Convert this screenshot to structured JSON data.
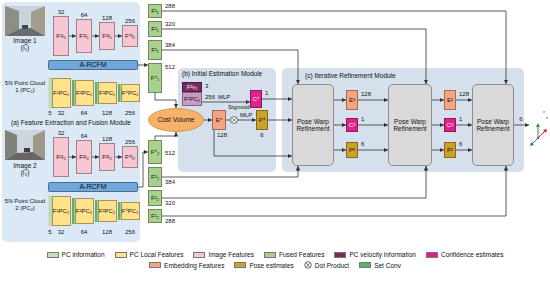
{
  "diagram": {
    "nodes": [
      {
        "text": [
          "(a) Feature Extraction and Fusion Module"
        ]
      },
      {
        "text": [
          "F¹I₁"
        ],
        "in": 0
      },
      {
        "text": [
          "F²I₁"
        ],
        "in": 0
      },
      {
        "text": [
          "F³I₁"
        ],
        "in": 0
      },
      {
        "text": [
          "F⁴I₁"
        ],
        "in": 0
      },
      {
        "text": [
          "A-RCFM"
        ],
        "in": 0
      },
      {
        "text": [
          "F¹PC₁"
        ],
        "in": 0
      },
      {
        "text": [
          "F²PC₁"
        ],
        "in": 0
      },
      {
        "text": [
          "F³PC₁"
        ],
        "in": 0
      },
      {
        "text": [
          "F⁴PC₁"
        ],
        "in": 0
      },
      {
        "text": [
          "F¹I₂"
        ],
        "in": 0
      },
      {
        "text": [
          "F²I₂"
        ],
        "in": 0
      },
      {
        "text": [
          "F³I₂"
        ],
        "in": 0
      },
      {
        "text": [
          "F⁴I₂"
        ],
        "in": 0
      },
      {
        "text": [
          "A-RCFM"
        ],
        "in": 0
      },
      {
        "text": [
          "F¹PC₂"
        ],
        "in": 0
      },
      {
        "text": [
          "F²PC₂"
        ],
        "in": 0
      },
      {
        "text": [
          "F³PC₂"
        ],
        "in": 0
      },
      {
        "text": [
          "F⁴PC₂"
        ],
        "in": 0
      },
      {
        "text": [
          "F¹₁"
        ]
      },
      {
        "text": [
          "F²₁"
        ]
      },
      {
        "text": [
          "F³₁"
        ]
      },
      {
        "text": [
          "F⁴₁"
        ]
      },
      {
        "text": [
          "(b) Initial Estimation Module"
        ]
      },
      {
        "text": [
          "F³v₁"
        ],
        "in": 23
      },
      {
        "text": [
          "F³PC₁"
        ],
        "in": 23
      },
      {
        "text": [
          "C⁴"
        ],
        "in": 23
      },
      {
        "text": [
          "Cost Volume"
        ]
      },
      {
        "text": [
          "E⁴"
        ],
        "in": 23
      },
      {
        "text": [
          "P⁴"
        ],
        "in": 23
      },
      {
        "text": [
          "F⁴₂"
        ]
      },
      {
        "text": [
          "F³₂"
        ]
      },
      {
        "text": [
          "F²₂"
        ]
      },
      {
        "text": [
          "F¹₂"
        ]
      },
      {
        "text": [
          "(c) Iterative Refinement Module"
        ]
      },
      {
        "text": [
          "Pose Warp Refinement"
        ],
        "in": 34
      },
      {
        "text": [
          "E³"
        ],
        "in": 34
      },
      {
        "text": [
          "C³"
        ],
        "in": 34
      },
      {
        "text": [
          "P³"
        ],
        "in": 34
      },
      {
        "text": [
          "Pose Warp Refinement"
        ],
        "in": 34
      },
      {
        "text": [
          "E²"
        ],
        "in": 34
      },
      {
        "text": [
          "C²"
        ],
        "in": 34
      },
      {
        "text": [
          "P²"
        ],
        "in": 34
      },
      {
        "text": [
          "Pose Warp Refinement"
        ],
        "in": 34
      }
    ],
    "edges": [
      {
        "from": 1,
        "to": 2,
        "arrow": "to"
      },
      {
        "from": 2,
        "to": 3,
        "arrow": "to"
      },
      {
        "from": 3,
        "to": 4,
        "arrow": "to"
      },
      {
        "from": 10,
        "to": 11,
        "arrow": "to"
      },
      {
        "from": 11,
        "to": 12,
        "arrow": "to"
      },
      {
        "from": 12,
        "to": 13,
        "arrow": "to"
      },
      {
        "from": 5,
        "to": 22,
        "arrow": "to"
      },
      {
        "from": 14,
        "to": 30,
        "arrow": "to"
      },
      {
        "from": 22,
        "to": 27,
        "arrow": "to"
      },
      {
        "from": 30,
        "to": 27,
        "arrow": "to"
      },
      {
        "from": 27,
        "to": 28,
        "arrow": "to"
      },
      {
        "from": 28,
        "to": 29,
        "arrow": "to"
      },
      {
        "from": 25,
        "to": 26,
        "arrow": "to"
      },
      {
        "from": 26,
        "to": 35,
        "arrow": "to"
      },
      {
        "from": 29,
        "to": 35,
        "arrow": "to"
      },
      {
        "from": 28,
        "to": 35,
        "arrow": "to"
      },
      {
        "from": 21,
        "to": 35,
        "arrow": "to"
      },
      {
        "from": 20,
        "to": 39,
        "arrow": "to"
      },
      {
        "from": 19,
        "to": 43,
        "arrow": "to"
      },
      {
        "from": 31,
        "to": 35,
        "arrow": "to"
      },
      {
        "from": 32,
        "to": 39,
        "arrow": "to"
      },
      {
        "from": 33,
        "to": 43,
        "arrow": "to"
      },
      {
        "from": 35,
        "to": 36,
        "arrow": "to"
      },
      {
        "from": 35,
        "to": 37,
        "arrow": "to"
      },
      {
        "from": 35,
        "to": 38,
        "arrow": "to"
      },
      {
        "from": 36,
        "to": 39,
        "arrow": "to"
      },
      {
        "from": 37,
        "to": 39,
        "arrow": "to"
      },
      {
        "from": 38,
        "to": 39,
        "arrow": "to"
      },
      {
        "from": 39,
        "to": 40,
        "arrow": "to"
      },
      {
        "from": 39,
        "to": 41,
        "arrow": "to"
      },
      {
        "from": 39,
        "to": 42,
        "arrow": "to"
      },
      {
        "from": 40,
        "to": 43,
        "arrow": "to"
      },
      {
        "from": 41,
        "to": 43,
        "arrow": "to"
      },
      {
        "from": 42,
        "to": 43,
        "arrow": "to"
      }
    ],
    "labels": [
      "Image 1 (I₁)",
      "32",
      "64",
      "128",
      "256",
      "5N Point Cloud 1 (PC₁)",
      "5",
      "32",
      "64",
      "128",
      "256",
      "Image 2 (I₂)",
      "32",
      "64",
      "128",
      "256",
      "5N Point Cloud 2 (PC₂)",
      "5",
      "32",
      "64",
      "128",
      "256",
      "288",
      "320",
      "384",
      "512",
      "3",
      "256",
      "MLP",
      "Sigmoid",
      "1",
      "128",
      "MLP",
      "6",
      "512",
      "384",
      "320",
      "288",
      "128",
      "1",
      "6",
      "128",
      "1",
      "6",
      "6"
    ],
    "legend": [
      {
        "text": "PC information",
        "color": "#c5e0b4"
      },
      {
        "text": "PC Local Features",
        "color": "#ffe28a"
      },
      {
        "text": "Image Features",
        "color": "#f7c6d3"
      },
      {
        "text": "Fused Features",
        "color": "#a9d18e"
      },
      {
        "text": "PC velocity information",
        "color": "#7b2c5e"
      },
      {
        "text": "Confidence estimates",
        "color": "#e0218a"
      },
      {
        "text": "Embedding Features",
        "color": "#f4a582"
      },
      {
        "text": "Pose estimates",
        "color": "#c9a227"
      },
      {
        "text": "Dot Product"
      },
      {
        "text": "Set Conv",
        "color": "#5fae6b"
      }
    ]
  }
}
